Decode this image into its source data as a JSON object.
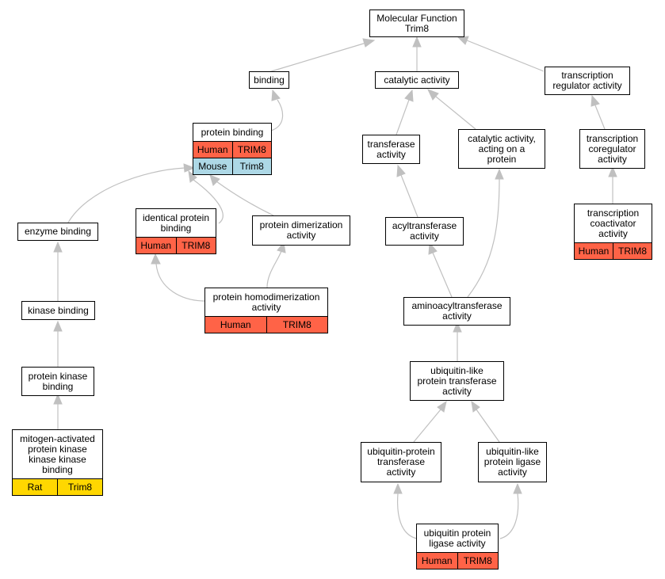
{
  "colors": {
    "edge": "#c0c0c0",
    "human": "#ff6347",
    "mouse": "#add8e6",
    "rat": "#ffd700"
  },
  "nodes": {
    "mf": {
      "label": "Molecular Function\nTrim8"
    },
    "binding": {
      "label": "binding"
    },
    "catalytic": {
      "label": "catalytic activity"
    },
    "transreg": {
      "label": "transcription\nregulator activity"
    },
    "protein_binding": {
      "label": "protein binding",
      "rows": [
        {
          "species": "Human",
          "gene": "TRIM8",
          "color": "human"
        },
        {
          "species": "Mouse",
          "gene": "Trim8",
          "color": "mouse"
        }
      ]
    },
    "transferase": {
      "label": "transferase\nactivity"
    },
    "cat_protein": {
      "label": "catalytic activity,\nacting on a\nprotein"
    },
    "trans_coreg": {
      "label": "transcription\ncoregulator\nactivity"
    },
    "enzyme_binding": {
      "label": "enzyme binding"
    },
    "identical": {
      "label": "identical protein\nbinding",
      "rows": [
        {
          "species": "Human",
          "gene": "TRIM8",
          "color": "human"
        }
      ]
    },
    "dimerization": {
      "label": "protein dimerization\nactivity"
    },
    "acyltransferase": {
      "label": "acyltransferase\nactivity"
    },
    "trans_coact": {
      "label": "transcription\ncoactivator\nactivity",
      "rows": [
        {
          "species": "Human",
          "gene": "TRIM8",
          "color": "human"
        }
      ]
    },
    "homodimerization": {
      "label": "protein homodimerization\nactivity",
      "rows": [
        {
          "species": "Human",
          "gene": "TRIM8",
          "color": "human"
        }
      ]
    },
    "kinase_binding": {
      "label": "kinase binding"
    },
    "aminoacyl": {
      "label": "aminoacyltransferase\nactivity"
    },
    "ubl_transferase": {
      "label": "ubiquitin-like\nprotein transferase\nactivity"
    },
    "pk_binding": {
      "label": "protein kinase\nbinding"
    },
    "mapkkk": {
      "label": "mitogen-activated\nprotein kinase\nkinase kinase\nbinding",
      "rows": [
        {
          "species": "Rat",
          "gene": "Trim8",
          "color": "rat"
        }
      ]
    },
    "ub_transferase": {
      "label": "ubiquitin-protein\ntransferase\nactivity"
    },
    "ubl_ligase": {
      "label": "ubiquitin-like\nprotein ligase\nactivity"
    },
    "ub_ligase": {
      "label": "ubiquitin protein\nligase activity",
      "rows": [
        {
          "species": "Human",
          "gene": "TRIM8",
          "color": "human"
        }
      ]
    }
  }
}
